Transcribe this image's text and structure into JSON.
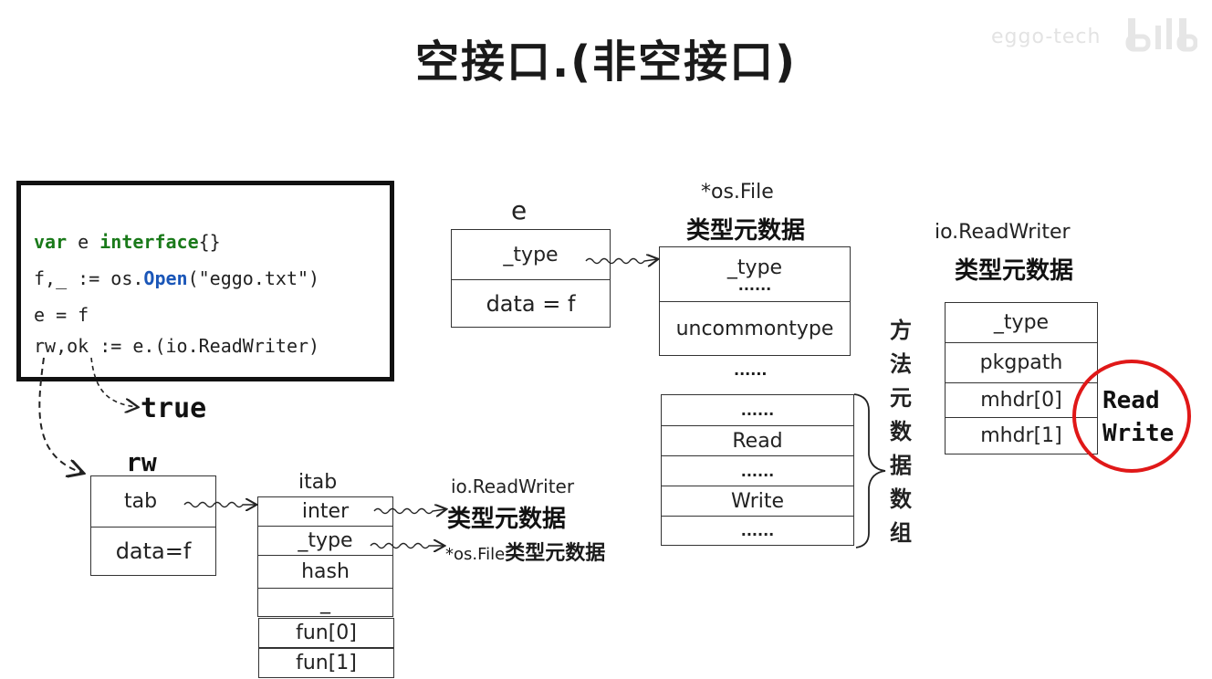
{
  "title": "空接口.(非空接口)",
  "watermark": {
    "text": "eggo-tech",
    "logo": "bilibili"
  },
  "code": {
    "line1": {
      "kw1": "var",
      "mid": " e ",
      "kw2": "interface",
      "end": "{}"
    },
    "line2": {
      "pre": "f,_ := os.",
      "fn": "Open",
      "post": "(\"eggo.txt\")"
    },
    "line3": "e = f",
    "line4": "rw,ok := e.(io.ReadWriter)"
  },
  "true_label": "true",
  "e_box": {
    "name": "e",
    "rows": [
      "_type",
      "data = f"
    ]
  },
  "osfile_meta": {
    "line1": "*os.File",
    "line2": "类型元数据",
    "rows": [
      "_type",
      "......",
      "uncommontype"
    ]
  },
  "middle_dots": "......",
  "method_array": {
    "rows": [
      "......",
      "Read",
      "......",
      "Write",
      "......"
    ],
    "label_chars": [
      "方",
      "法",
      "元",
      "数",
      "据",
      "数",
      "组"
    ]
  },
  "iorw_meta": {
    "line1": "io.ReadWriter",
    "line2": "类型元数据",
    "rows": [
      "_type",
      "pkgpath",
      "mhdr[0]",
      "mhdr[1]"
    ],
    "circled": [
      "Read",
      "Write"
    ]
  },
  "rw_box": {
    "name": "rw",
    "rows": [
      "tab",
      "data=f"
    ]
  },
  "itab": {
    "name": "itab",
    "rows": [
      "inter",
      "_type",
      "hash",
      "_",
      "fun[0]",
      "fun[1]"
    ]
  },
  "itab_targets": {
    "inter_line1": "io.ReadWriter",
    "inter_line2": "类型元数据",
    "type_en": "*os.File",
    "type_cn": "类型元数据"
  },
  "colors": {
    "circle": "#e01818",
    "keyword": "#1a7a1a",
    "func": "#1a56b8"
  }
}
